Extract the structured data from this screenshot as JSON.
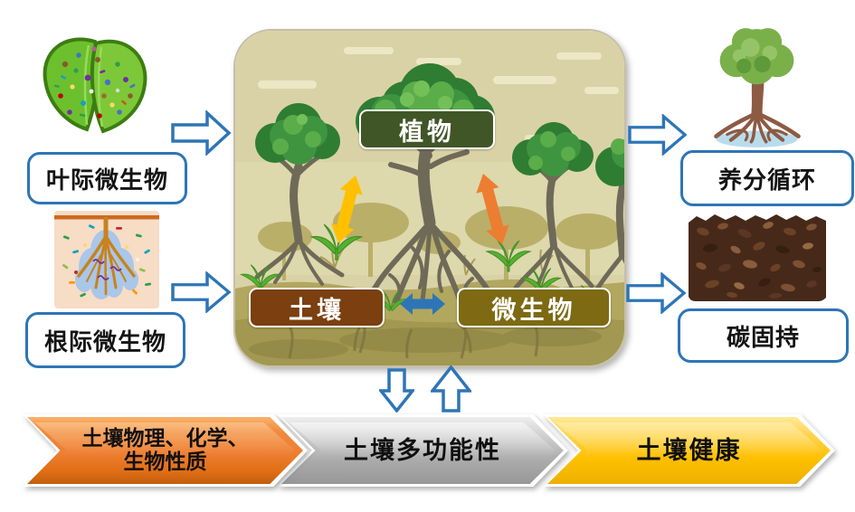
{
  "left_panel": {
    "phyllosphere_label": "叶际微生物",
    "rhizosphere_label": "根际微生物"
  },
  "center_panel": {
    "plant_label": "植物",
    "soil_label": "土壤",
    "microbe_label": "微生物"
  },
  "right_panel": {
    "nutrient_label": "养分循环",
    "carbon_label": "碳固持"
  },
  "banner": {
    "step1_line1": "土壤物理、化学、",
    "step1_line2": "生物性质",
    "step2": "土壤多功能性",
    "step3": "土壤健康"
  },
  "icons": {
    "leaf_microbes": "leaf-with-microbes-icon",
    "root_microbes": "root-with-microbes-icon",
    "mangrove_tree": "mangrove-tree-icon",
    "soil_texture": "soil-texture-icon",
    "flow_arrows": "hollow-blue-arrows"
  },
  "colors": {
    "accent_blue": "#2E75B6",
    "arrow_yellow": "#FFC000",
    "arrow_orange": "#ED7D31",
    "plant_box": "#415627",
    "soil_box": "#7B3F10",
    "microbe_box": "#7D6A12",
    "chevron_orange": "#ED7D31",
    "chevron_gray": "#ABABAB",
    "chevron_yellow": "#FFC000"
  }
}
